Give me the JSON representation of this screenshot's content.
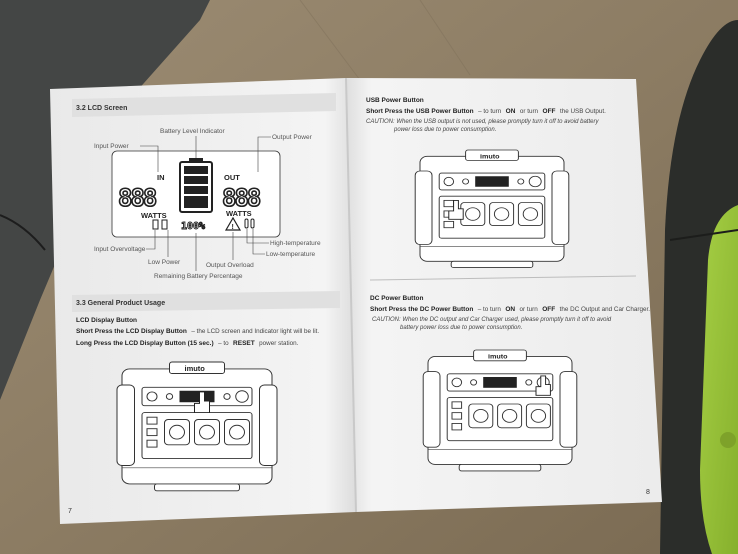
{
  "left_page": {
    "section_lcd": "3.2 LCD Screen",
    "lcd_labels": {
      "input_power": "Input Power",
      "battery_level_indicator": "Battery Level Indicator",
      "output_power": "Output Power",
      "in": "IN",
      "out": "OUT",
      "watts_in": "WATTS",
      "watts_out": "WATTS",
      "digits_in": "888",
      "digits_out": "888",
      "percent_readout": "100%",
      "input_overvoltage": "Input Overvoltage",
      "low_power": "Low Power",
      "output_overload": "Output Overload",
      "remaining_battery_percentage": "Remaining Battery Percentage",
      "high_temperature": "High-temperature",
      "low_temperature": "Low-temperature"
    },
    "section_general": "3.3 General Product Usage",
    "lcd_button_title": "LCD Display Button",
    "short_press_label": "Short Press the LCD Display Button",
    "short_press_text": "the LCD screen and Indicator light will be lit.",
    "long_press_label": "Long Press the LCD Display Button (15 sec.)",
    "long_press_prefix": "to",
    "long_press_bold": "RESET",
    "long_press_suffix": "power station.",
    "brand": "imuto",
    "page_number": "7"
  },
  "right_page": {
    "usb_title": "USB Power Button",
    "usb_short_label": "Short Press the USB Power Button",
    "usb_text_1": "to turn",
    "usb_on": "ON",
    "usb_text_2": "or turn",
    "usb_off": "OFF",
    "usb_text_3": "the USB Output.",
    "usb_caution_1": "CAUTION: When the USB output is not used, please promptly turn it off to avoid battery",
    "usb_caution_2": "power loss due to power consumption.",
    "dc_title": "DC Power Button",
    "dc_short_label": "Short Press the DC Power Button",
    "dc_text_1": "to turn",
    "dc_on": "ON",
    "dc_text_2": "or turn",
    "dc_off": "OFF",
    "dc_text_3": "the DC Output and Car Charger.",
    "dc_caution_1": "CAUTION: When the DC output and Car Charger used, please promptly turn it off to avoid",
    "dc_caution_2": "battery power loss due to power consumption.",
    "brand": "imuto",
    "page_number": "8"
  },
  "colors": {
    "table": "#8a7a63",
    "paper": "#f3f3f3",
    "header_bar": "#e2e2e2",
    "green_device": "#9bc53d",
    "dark_case": "#2b2d2a"
  }
}
